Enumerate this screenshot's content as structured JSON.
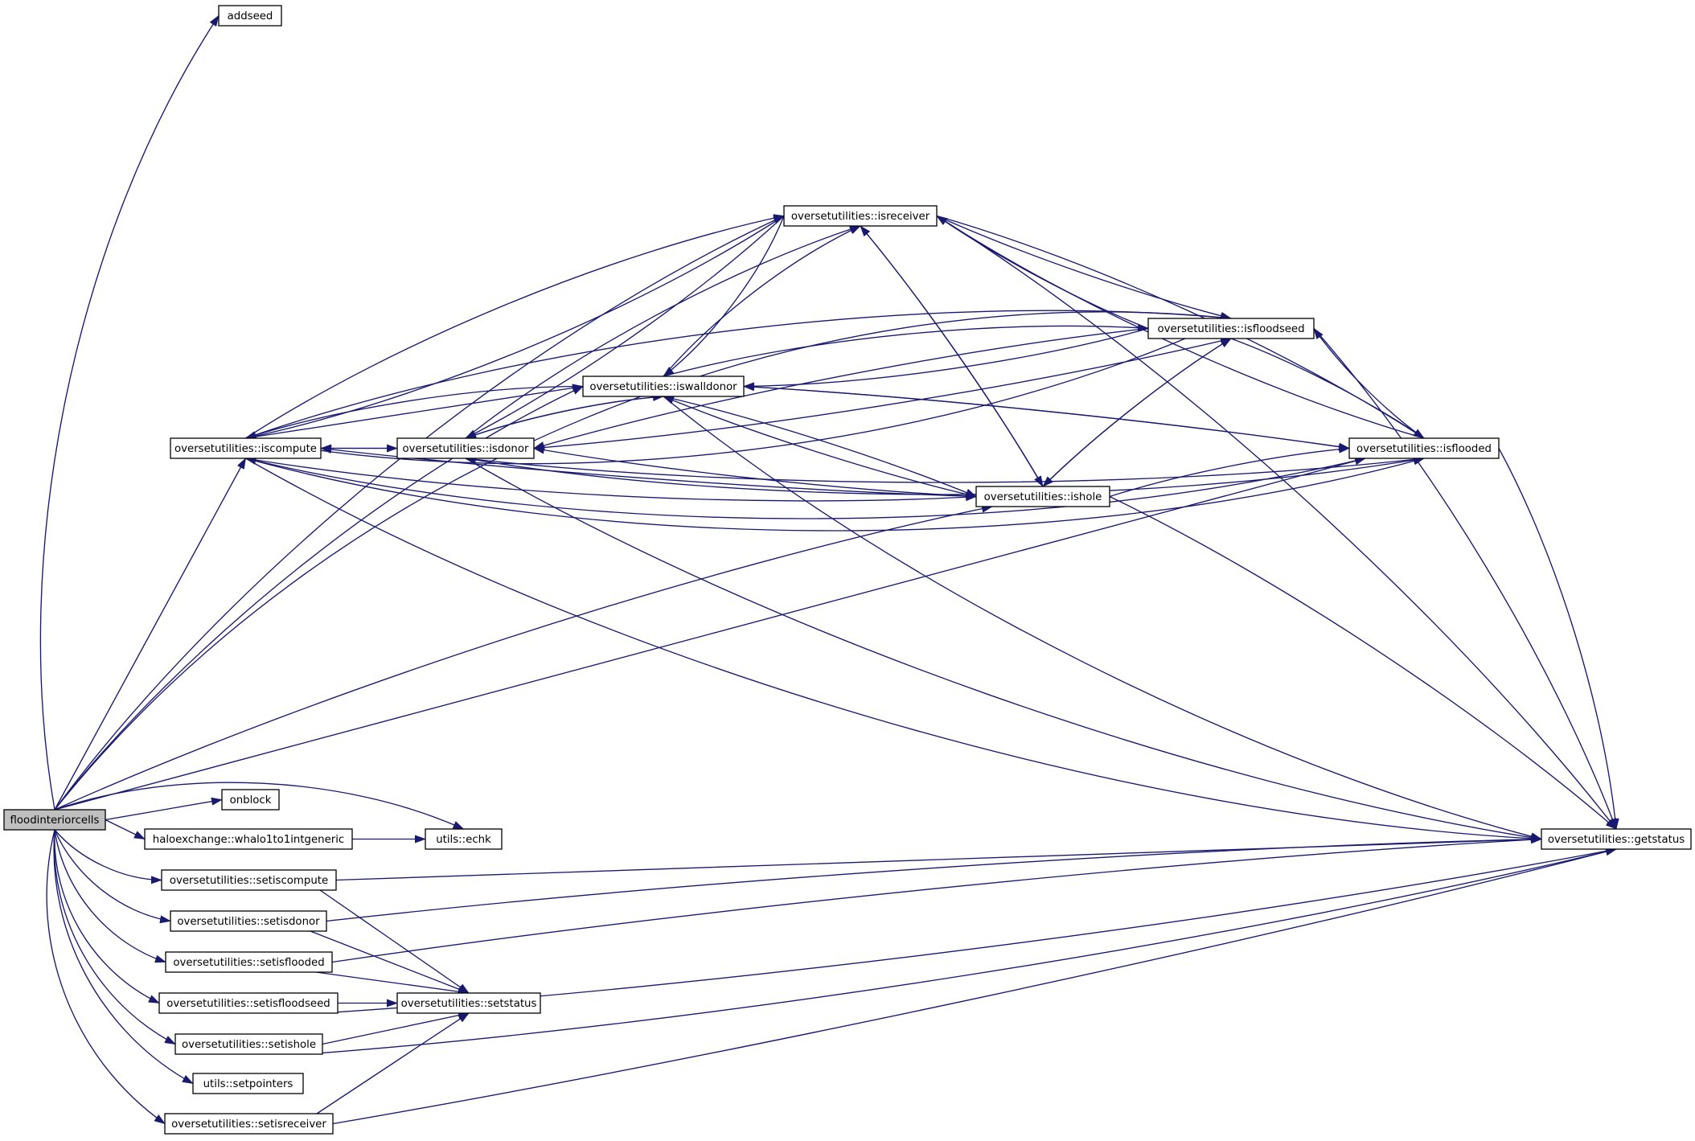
{
  "diagram": {
    "type": "call-graph",
    "colors": {
      "edge": "#191970",
      "root_fill": "#bfbfbf",
      "node_fill": "#ffffff",
      "node_border": "#000000"
    },
    "nodes": [
      {
        "id": "root",
        "label": "floodinteriorcells",
        "root": true
      },
      {
        "id": "addseed",
        "label": "addseed"
      },
      {
        "id": "isreceiver",
        "label": "oversetutilities::isreceiver"
      },
      {
        "id": "isfloodseed",
        "label": "oversetutilities::isfloodseed"
      },
      {
        "id": "iswalldonor",
        "label": "oversetutilities::iswalldonor"
      },
      {
        "id": "iscompute",
        "label": "oversetutilities::iscompute"
      },
      {
        "id": "isdonor",
        "label": "oversetutilities::isdonor"
      },
      {
        "id": "isflooded",
        "label": "oversetutilities::isflooded"
      },
      {
        "id": "ishole",
        "label": "oversetutilities::ishole"
      },
      {
        "id": "onblock",
        "label": "onblock"
      },
      {
        "id": "whalo",
        "label": "haloexchange::whalo1to1intgeneric"
      },
      {
        "id": "echk",
        "label": "utils::echk"
      },
      {
        "id": "getstatus",
        "label": "oversetutilities::getstatus"
      },
      {
        "id": "setiscompute",
        "label": "oversetutilities::setiscompute"
      },
      {
        "id": "setisdonor",
        "label": "oversetutilities::setisdonor"
      },
      {
        "id": "setisflooded",
        "label": "oversetutilities::setisflooded"
      },
      {
        "id": "setisfloodseed",
        "label": "oversetutilities::setisfloodseed"
      },
      {
        "id": "setstatus",
        "label": "oversetutilities::setstatus"
      },
      {
        "id": "setishole",
        "label": "oversetutilities::setishole"
      },
      {
        "id": "setpointers",
        "label": "utils::setpointers"
      },
      {
        "id": "setisreceiver",
        "label": "oversetutilities::setisreceiver"
      }
    ],
    "edges": [
      [
        "root",
        "addseed"
      ],
      [
        "root",
        "isfloodseed"
      ],
      [
        "root",
        "isreceiver"
      ],
      [
        "root",
        "iswalldonor"
      ],
      [
        "root",
        "iscompute"
      ],
      [
        "root",
        "ishole"
      ],
      [
        "root",
        "isflooded"
      ],
      [
        "root",
        "echk"
      ],
      [
        "root",
        "onblock"
      ],
      [
        "root",
        "whalo"
      ],
      [
        "root",
        "setiscompute"
      ],
      [
        "root",
        "setisdonor"
      ],
      [
        "root",
        "setisflooded"
      ],
      [
        "root",
        "setisfloodseed"
      ],
      [
        "root",
        "setishole"
      ],
      [
        "root",
        "setpointers"
      ],
      [
        "root",
        "setisreceiver"
      ],
      [
        "whalo",
        "echk"
      ],
      [
        "iscompute",
        "isreceiver"
      ],
      [
        "iscompute",
        "isfloodseed"
      ],
      [
        "iscompute",
        "iswalldonor"
      ],
      [
        "iscompute",
        "isdonor"
      ],
      [
        "iscompute",
        "ishole"
      ],
      [
        "iscompute",
        "isflooded"
      ],
      [
        "iscompute",
        "getstatus"
      ],
      [
        "isdonor",
        "iscompute"
      ],
      [
        "isdonor",
        "isreceiver"
      ],
      [
        "isdonor",
        "iswalldonor"
      ],
      [
        "isdonor",
        "isfloodseed"
      ],
      [
        "isdonor",
        "isflooded"
      ],
      [
        "isdonor",
        "getstatus"
      ],
      [
        "iswalldonor",
        "iscompute"
      ],
      [
        "iswalldonor",
        "isdonor"
      ],
      [
        "iswalldonor",
        "isreceiver"
      ],
      [
        "iswalldonor",
        "isfloodseed"
      ],
      [
        "iswalldonor",
        "ishole"
      ],
      [
        "iswalldonor",
        "isflooded"
      ],
      [
        "iswalldonor",
        "getstatus"
      ],
      [
        "isreceiver",
        "iscompute"
      ],
      [
        "isreceiver",
        "isdonor"
      ],
      [
        "isreceiver",
        "iswalldonor"
      ],
      [
        "isreceiver",
        "isfloodseed"
      ],
      [
        "isreceiver",
        "ishole"
      ],
      [
        "isreceiver",
        "isflooded"
      ],
      [
        "isreceiver",
        "getstatus"
      ],
      [
        "isfloodseed",
        "iscompute"
      ],
      [
        "isfloodseed",
        "isreceiver"
      ],
      [
        "isfloodseed",
        "iswalldonor"
      ],
      [
        "isfloodseed",
        "isdonor"
      ],
      [
        "isfloodseed",
        "ishole"
      ],
      [
        "isfloodseed",
        "isflooded"
      ],
      [
        "isfloodseed",
        "getstatus"
      ],
      [
        "ishole",
        "iscompute"
      ],
      [
        "ishole",
        "isdonor"
      ],
      [
        "ishole",
        "iswalldonor"
      ],
      [
        "ishole",
        "isreceiver"
      ],
      [
        "ishole",
        "isfloodseed"
      ],
      [
        "ishole",
        "isflooded"
      ],
      [
        "ishole",
        "getstatus"
      ],
      [
        "isflooded",
        "iscompute"
      ],
      [
        "isflooded",
        "isdonor"
      ],
      [
        "isflooded",
        "iswalldonor"
      ],
      [
        "isflooded",
        "isreceiver"
      ],
      [
        "isflooded",
        "isfloodseed"
      ],
      [
        "isflooded",
        "getstatus"
      ],
      [
        "setiscompute",
        "setstatus"
      ],
      [
        "setiscompute",
        "getstatus"
      ],
      [
        "setisdonor",
        "setstatus"
      ],
      [
        "setisdonor",
        "getstatus"
      ],
      [
        "setisflooded",
        "setstatus"
      ],
      [
        "setisflooded",
        "getstatus"
      ],
      [
        "setisfloodseed",
        "setstatus"
      ],
      [
        "setisfloodseed",
        "getstatus"
      ],
      [
        "setishole",
        "setstatus"
      ],
      [
        "setishole",
        "getstatus"
      ],
      [
        "setisreceiver",
        "setstatus"
      ],
      [
        "setisreceiver",
        "getstatus"
      ]
    ]
  }
}
